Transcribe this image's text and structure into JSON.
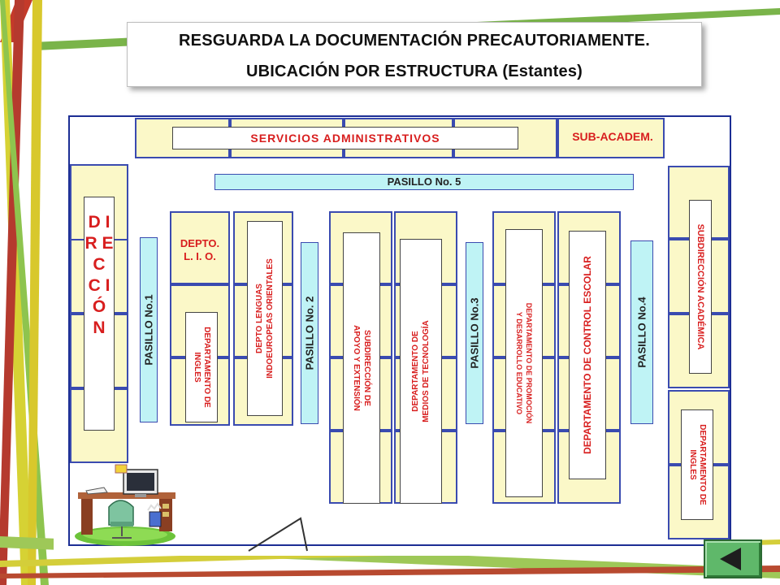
{
  "title": {
    "line1": "RESGUARDA LA DOCUMENTACIÓN PRECAUTORIAMENTE.",
    "line2": "UBICACIÓN POR ESTRUCTURA  (Estantes)"
  },
  "plan": {
    "servicios": "SERVICIOS ADMINISTRATIVOS",
    "sub_academ": "SUB-ACADEM.",
    "pasillo5": "PASILLO No. 5",
    "pasillo1": "PASILLO No.1",
    "pasillo2": "PASILLO No. 2",
    "pasillo3": "PASILLO No.3",
    "pasillo4": "PASILLO No.4",
    "direccion": "D I R E C C I Ó N",
    "depto_lio_1": "DEPTO.",
    "depto_lio_2": "L. I. O.",
    "dept_ingles_left_1": "DEPARTAMENTO DE",
    "dept_ingles_left_2": "INGLES",
    "depto_lenguas_1": "DEPTO    LENGUAS",
    "depto_lenguas_2": "INDOEUROPEAS ORIENTALES",
    "subdir_apoyo_1": "SUBDIRECCIÓN DE",
    "subdir_apoyo_2": "APOYO Y EXTENSIÓN",
    "dept_medios_1": "DEPARTAMENTO DE",
    "dept_medios_2": "MEDIOS DE TECNOLOGÍA",
    "dept_promocion_1": "DEPARTAMENTO DE PROMOCIÓN",
    "dept_promocion_2": "Y DESARROLLO EDUCATIVO",
    "dept_control": "DEPARTAMENTO DE CONTROL ESCOLAR",
    "subdir_academica": "SUBDIRECCIÓN  ACADÉMICA",
    "dept_ingles_right_1": "DEPARTAMENTO  DE",
    "dept_ingles_right_2": "INGLES"
  },
  "colors": {
    "shelf_fill": "#fbf8c8",
    "shelf_border": "#3a4bb0",
    "aisle_fill": "#bff3f5",
    "label_red": "#d81e1e",
    "nav_green": "#5fb86a"
  },
  "icons": {
    "desk_clipart": "office-desk-computer-icon",
    "nav_back": "back-triangle-icon"
  }
}
